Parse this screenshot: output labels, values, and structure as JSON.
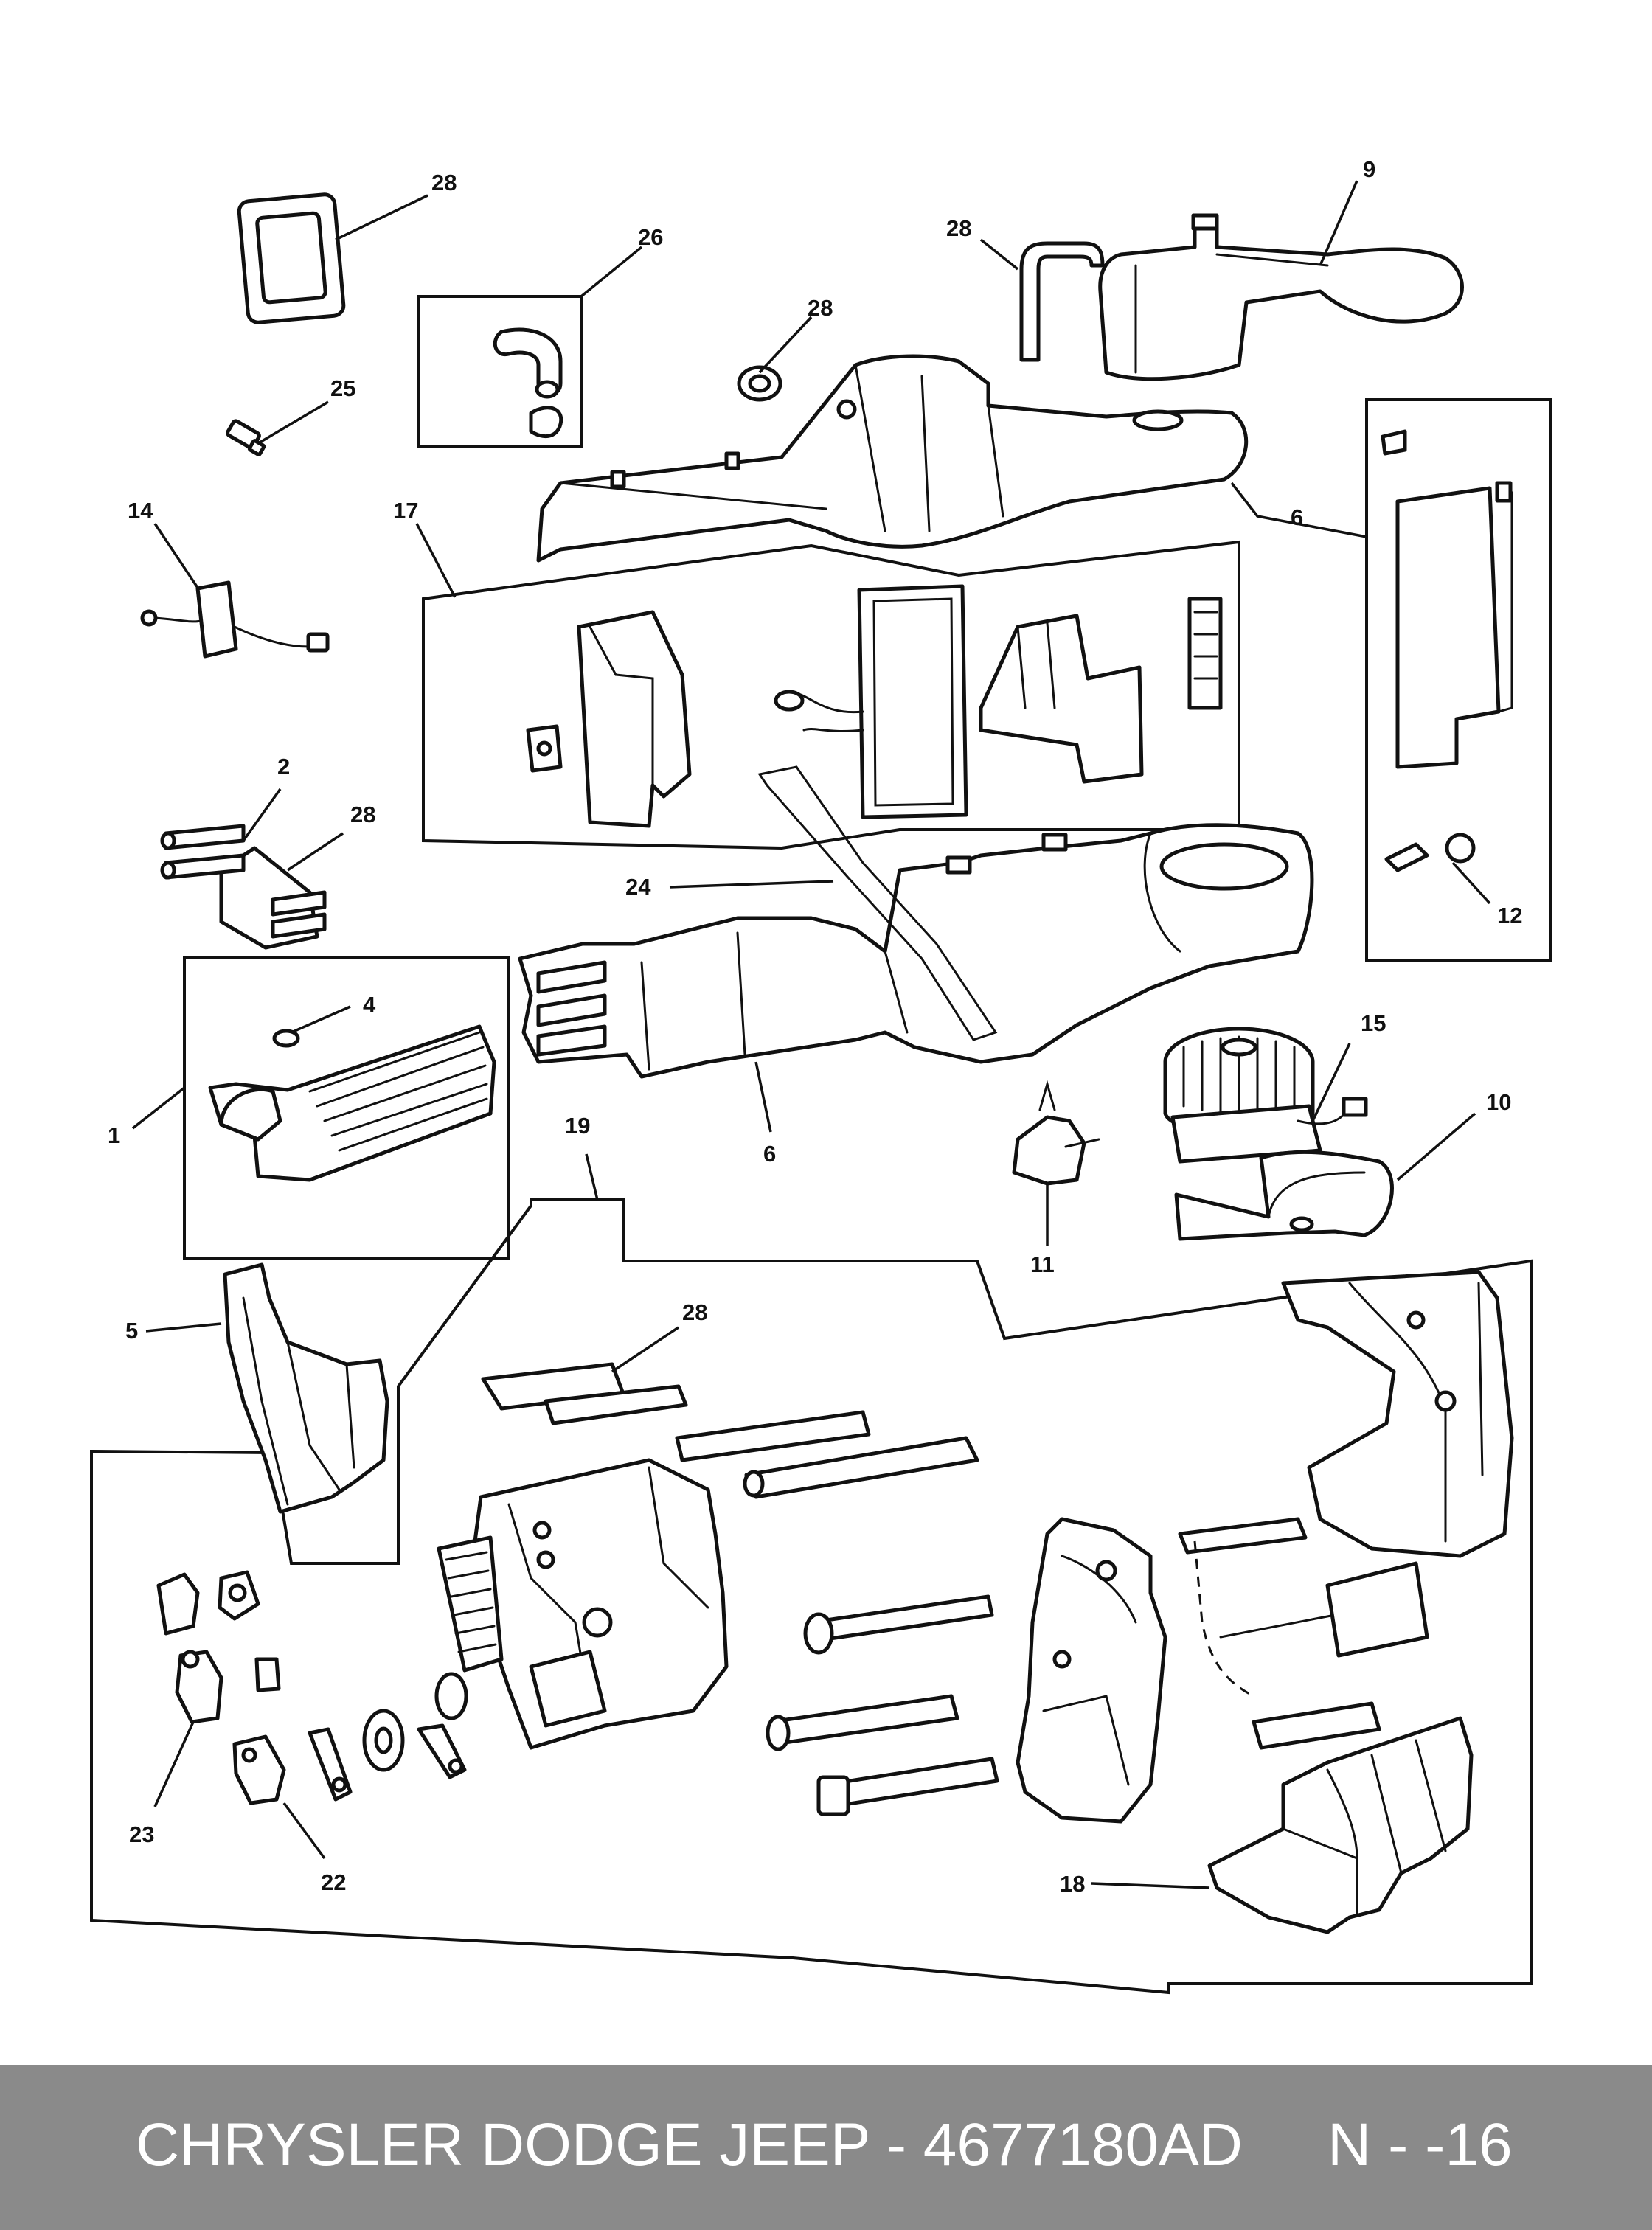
{
  "diagram": {
    "callouts": {
      "c28a": "28",
      "c26": "26",
      "c28b": "28",
      "c28c": "28",
      "c9": "9",
      "c25": "25",
      "c14": "14",
      "c17": "17",
      "c6a": "6",
      "c2": "2",
      "c28d": "28",
      "c24": "24",
      "c12": "12",
      "c4": "4",
      "c1": "1",
      "c6b": "6",
      "c15": "15",
      "c10": "10",
      "c19": "19",
      "c11": "11",
      "c5": "5",
      "c28e": "28",
      "c23": "23",
      "c22": "22",
      "c18": "18"
    }
  },
  "footer": {
    "title": "CHRYSLER DODGE JEEP - 4677180AD",
    "page": "N - -16"
  }
}
